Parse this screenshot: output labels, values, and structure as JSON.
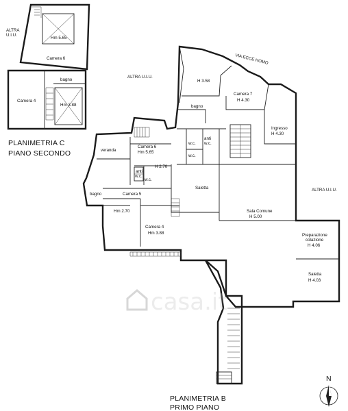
{
  "titles": {
    "plan_c_line1": "PLANIMETRIA C",
    "plan_c_line2": "PIANO SECONDO",
    "plan_b_line1": "PLANIMETRIA B",
    "plan_b_line2": "PRIMO PIANO"
  },
  "labels": {
    "altra_uiu_c": [
      "ALTRA",
      "U.I.U."
    ],
    "hm_565_top": "Hm 5.65",
    "camera6_c": "Camera 6",
    "bagno_c": "bagno",
    "camera4_c": "Camera 4",
    "hm_388_c": "Hm 3.88",
    "altra_uiu_mid": "ALTRA U.I.U.",
    "via_ecce_homo": "VIA ECCE HOMO",
    "h358": "H 3.58",
    "camera7": "Camera 7",
    "h430_cam7": "H 4.30",
    "bagno_b": "bagno",
    "ingresso": "Ingresso",
    "h430_ingresso": "H 4.30",
    "veranda": "veranda",
    "camera6_b": "Camera 6",
    "hm_565_b": "Hm 5.65",
    "wc1": "w.c.",
    "anti_wc": [
      "anti",
      "w.c."
    ],
    "wc2": "w.c.",
    "h270_top": "H 2.70",
    "anti_wc_small": [
      "anti",
      "w.c."
    ],
    "wc_small": "w.c.",
    "saletta1": "Saletta",
    "altra_uiu_right": "ALTRA U.I.U.",
    "bagno_b2": "bagno",
    "camera5": "Camera 5",
    "sala_comune": "Sala Comune",
    "h500": "H 5.00",
    "hm270": "Hm 2.70",
    "camera4_b": "Camera 4",
    "hm388_b": "Hm 3.88",
    "preparazione": [
      "Preparazione",
      "colazione"
    ],
    "h406": "H 4.06",
    "saletta2": "Saletta",
    "h403": "H 4.03"
  },
  "watermark": "casa.it",
  "compass": {
    "letter": "N"
  }
}
